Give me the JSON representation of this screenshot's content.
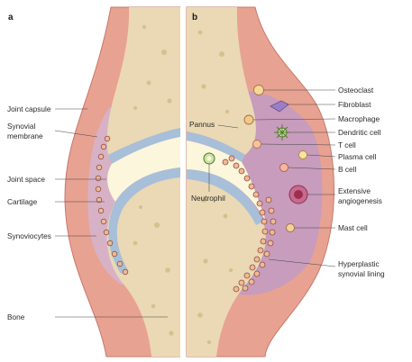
{
  "panels": {
    "a": "a",
    "b": "b"
  },
  "labels_left": {
    "joint_capsule": "Joint capsule",
    "synovial_line1": "Synovial",
    "synovial_line2": "membrane",
    "joint_space": "Joint space",
    "cartilage": "Cartilage",
    "synoviocytes": "Synoviocytes",
    "bone": "Bone"
  },
  "labels_inner": {
    "pannus": "Pannus",
    "neutrophil": "Neutrophil"
  },
  "labels_right": {
    "osteoclast": "Osteoclast",
    "fibroblast": "Fibroblast",
    "macrophage": "Macrophage",
    "dendritic_cell": "Dendritic cell",
    "t_cell": "T cell",
    "plasma_cell": "Plasma cell",
    "b_cell": "B cell",
    "angio_line1": "Extensive",
    "angio_line2": "angiogenesis",
    "mast_cell": "Mast cell",
    "hyper_line1": "Hyperplastic",
    "hyper_line2": "synovial lining"
  },
  "colors": {
    "capsule": "#e8a292",
    "capsule_edge": "#c9776a",
    "bone": "#ead9b4",
    "bone_pore": "#d6c08e",
    "cartilage": "#a7bfd8",
    "joint_space": "#fcf6dc",
    "synovium_normal": "#d7b2c6",
    "pannus": "#c79cbc",
    "cell_ring": "#8c4f44",
    "cell_fill": "#efb994"
  }
}
